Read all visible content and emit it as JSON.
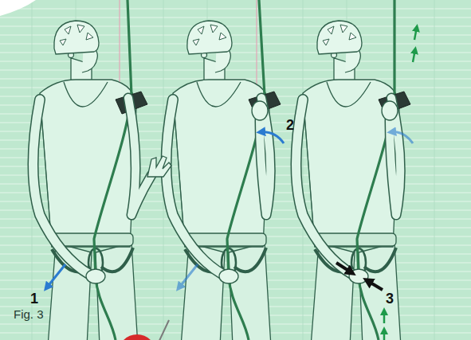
{
  "diagram": {
    "caption": "Fig. 3",
    "labels": [
      "1",
      "2",
      "3"
    ]
  }
}
